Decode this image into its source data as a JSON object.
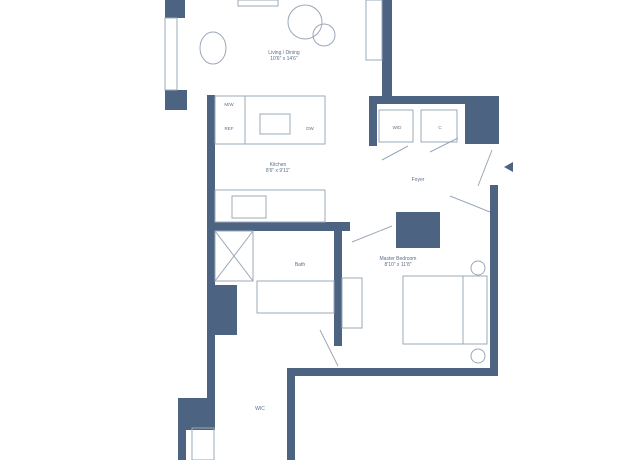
{
  "colors": {
    "wall": "#4c6482",
    "line": "#9aa8b8",
    "text": "#5c6f86",
    "background": "#ffffff"
  },
  "rooms": {
    "living": {
      "name": "Living / Dining",
      "dims": "10'6\" x 14'6\""
    },
    "kitchen": {
      "name": "Kitchen",
      "dims": "8'6\" x 9'11\""
    },
    "foyer": {
      "name": "Foyer"
    },
    "bath": {
      "name": "Bath"
    },
    "bedroom": {
      "name": "Master Bedroom",
      "dims": "8'10\" x 11'8\""
    },
    "wic": {
      "name": "WIC"
    }
  },
  "fixtures": {
    "microwave": "M/W",
    "refrigerator": "REF",
    "dishwasher": "DW",
    "washer_dryer": "W/D",
    "closet": "C"
  },
  "icons": {
    "entry": "entry-arrow-icon"
  }
}
